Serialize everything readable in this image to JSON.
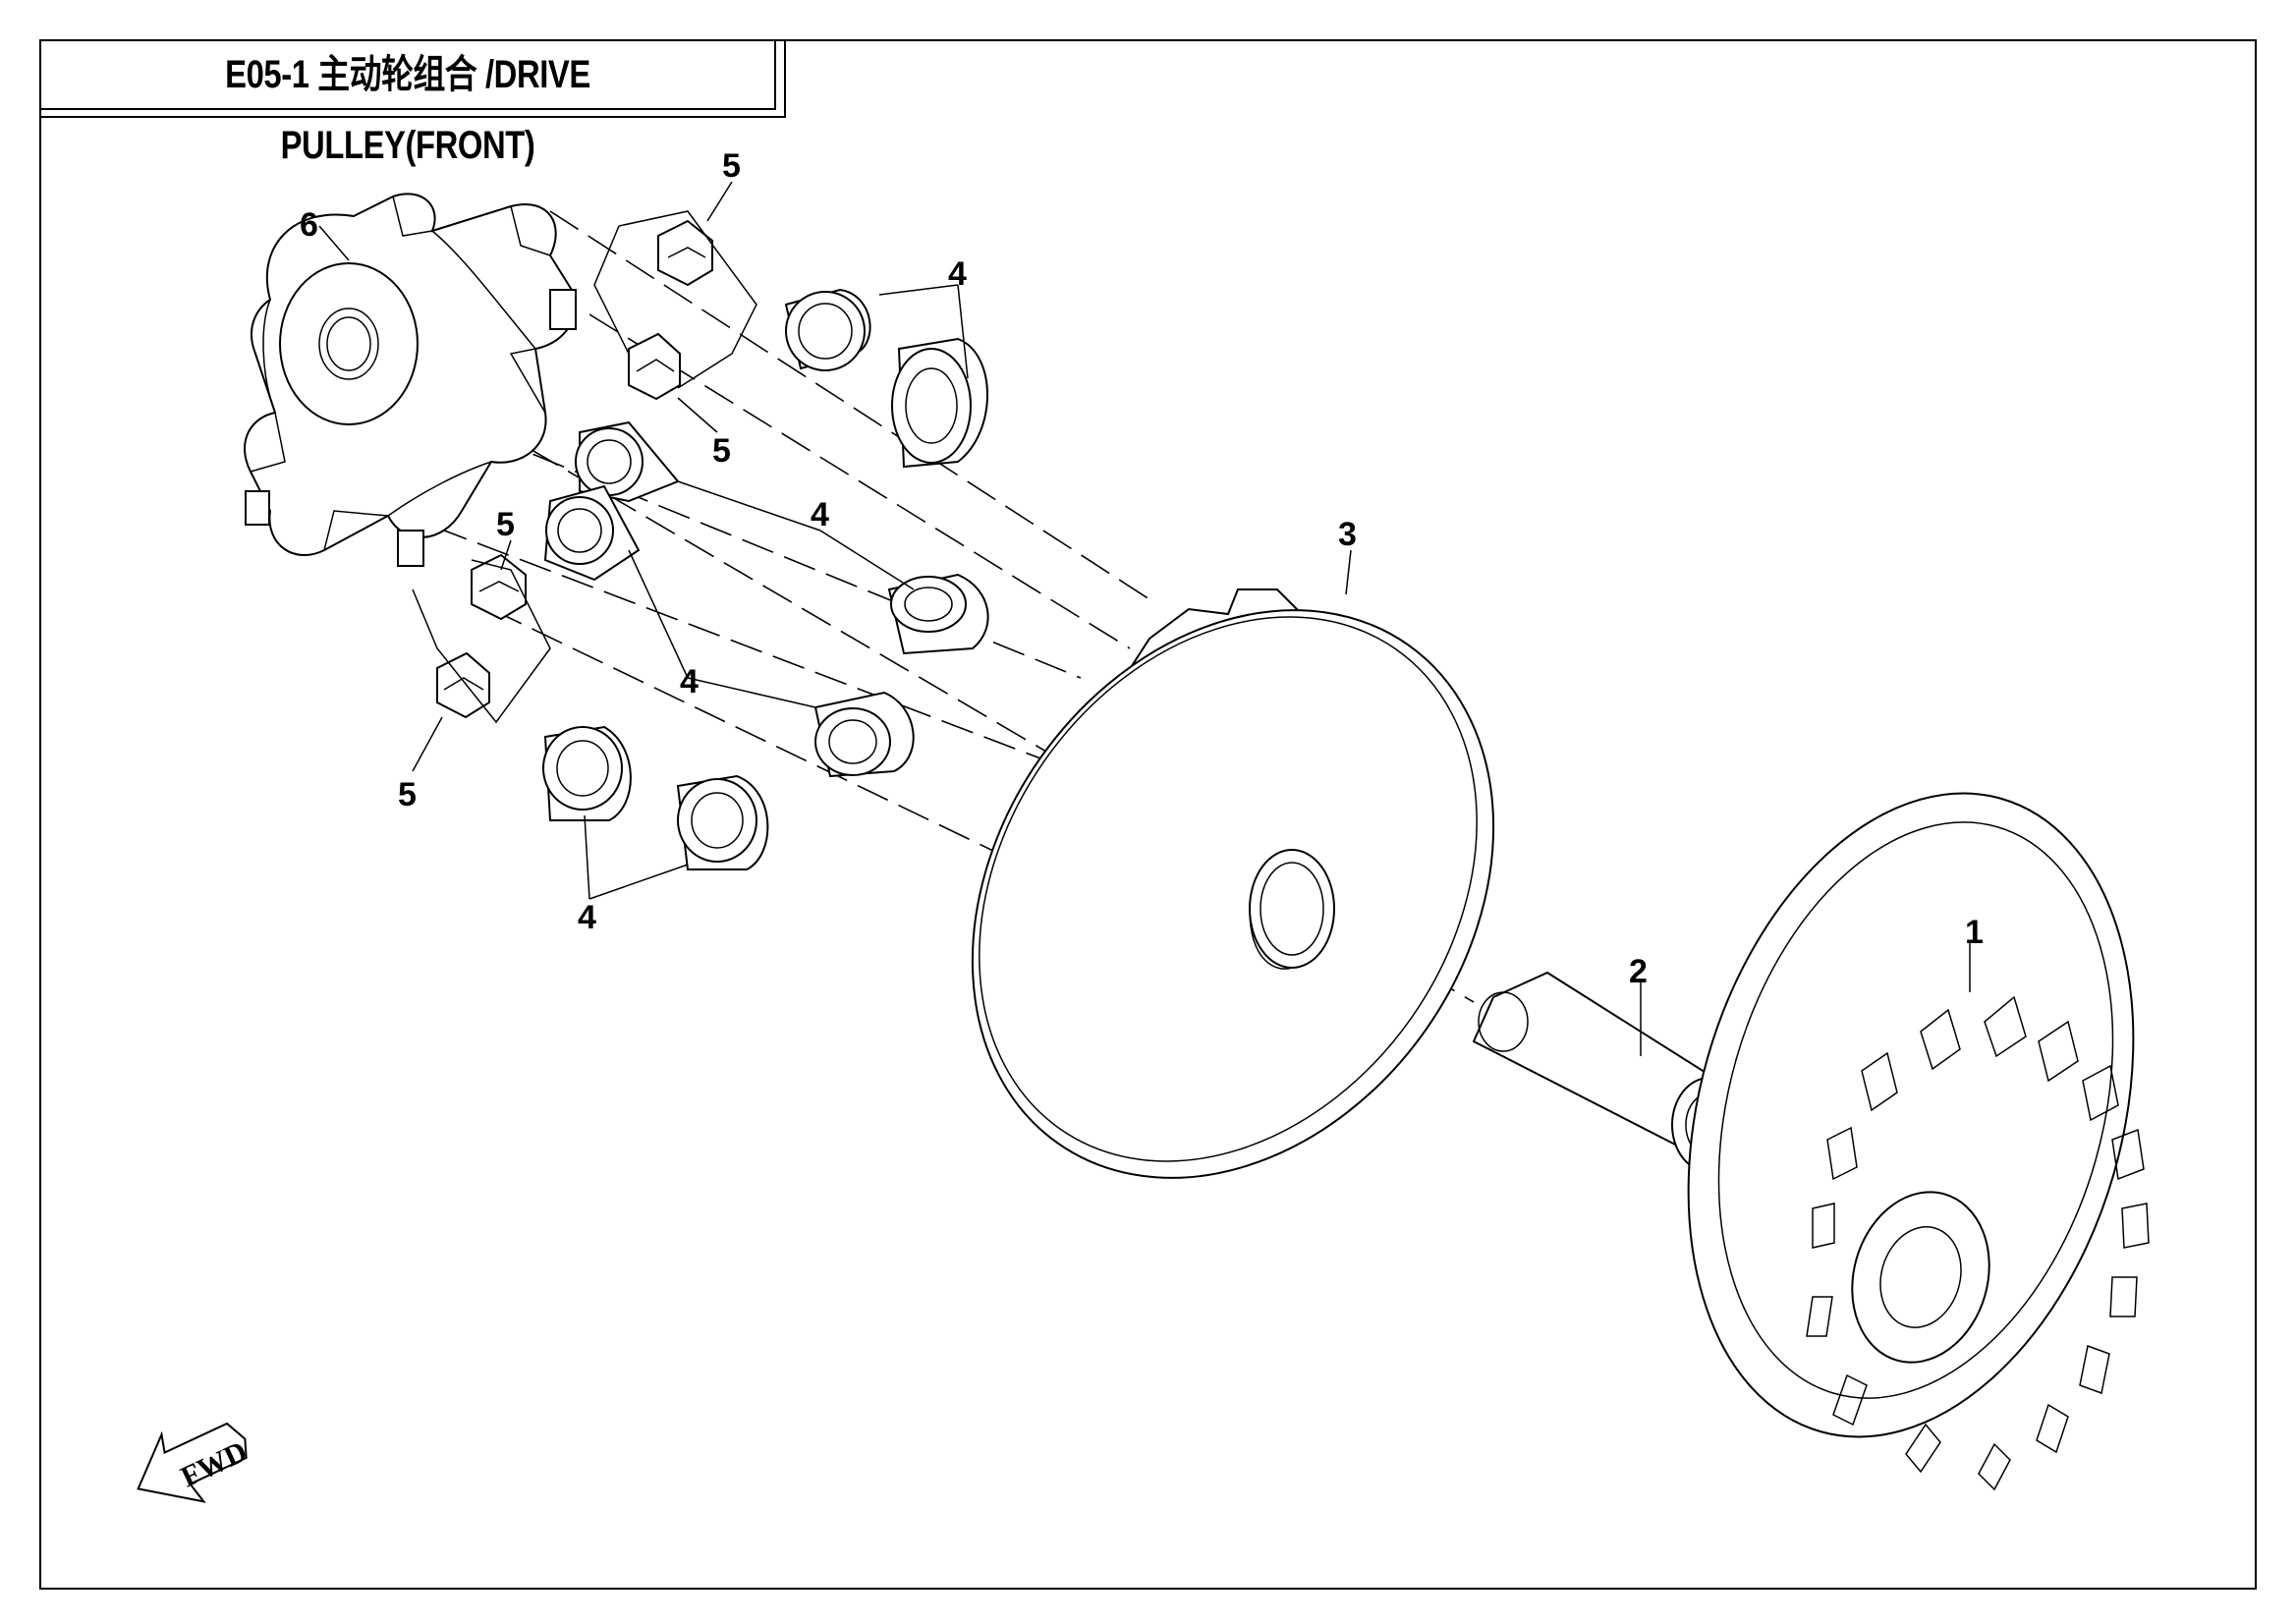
{
  "title": "E05-1 主动轮组合 /DRIVE PULLEY(FRONT)",
  "callouts": {
    "c1": "1",
    "c2": "2",
    "c3": "3",
    "c4a": "4",
    "c4b": "4",
    "c4c": "4",
    "c4d": "4",
    "c5a": "5",
    "c5b": "5",
    "c5c": "5",
    "c5d": "5",
    "c6": "6"
  },
  "fwd_label": "FWD"
}
